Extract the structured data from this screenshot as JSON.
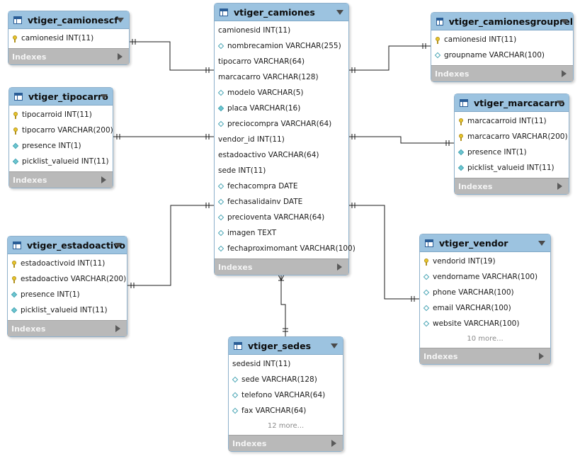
{
  "indexes_label": "Indexes",
  "tables": {
    "camiones": {
      "title": "vtiger_camiones",
      "columns": [
        {
          "text": "camionesid INT(11)",
          "icon": "none"
        },
        {
          "text": "nombrecamion VARCHAR(255)",
          "icon": "diamond"
        },
        {
          "text": "tipocarro VARCHAR(64)",
          "icon": "none"
        },
        {
          "text": "marcacarro VARCHAR(128)",
          "icon": "none"
        },
        {
          "text": "modelo VARCHAR(5)",
          "icon": "diamond"
        },
        {
          "text": "placa VARCHAR(16)",
          "icon": "diamond-filled"
        },
        {
          "text": "preciocompra VARCHAR(64)",
          "icon": "diamond"
        },
        {
          "text": "vendor_id INT(11)",
          "icon": "none"
        },
        {
          "text": "estadoactivo VARCHAR(64)",
          "icon": "none"
        },
        {
          "text": "sede INT(11)",
          "icon": "none"
        },
        {
          "text": "fechacompra DATE",
          "icon": "diamond"
        },
        {
          "text": "fechasalidainv DATE",
          "icon": "diamond"
        },
        {
          "text": "precioventa VARCHAR(64)",
          "icon": "diamond"
        },
        {
          "text": "imagen TEXT",
          "icon": "diamond"
        },
        {
          "text": "fechaproximomant VARCHAR(100)",
          "icon": "diamond"
        }
      ]
    },
    "camionescf": {
      "title": "vtiger_camionescf",
      "columns": [
        {
          "text": "camionesid INT(11)",
          "icon": "key"
        }
      ]
    },
    "camionesgrouprel": {
      "title": "vtiger_camionesgrouprel",
      "columns": [
        {
          "text": "camionesid INT(11)",
          "icon": "key"
        },
        {
          "text": "groupname VARCHAR(100)",
          "icon": "diamond"
        }
      ]
    },
    "tipocarro": {
      "title": "vtiger_tipocarro",
      "columns": [
        {
          "text": "tipocarroid INT(11)",
          "icon": "key"
        },
        {
          "text": "tipocarro VARCHAR(200)",
          "icon": "key"
        },
        {
          "text": "presence INT(1)",
          "icon": "diamond-filled"
        },
        {
          "text": "picklist_valueid INT(11)",
          "icon": "diamond-filled"
        }
      ]
    },
    "marcacarro": {
      "title": "vtiger_marcacarro",
      "columns": [
        {
          "text": "marcacarroid INT(11)",
          "icon": "key"
        },
        {
          "text": "marcacarro VARCHAR(200)",
          "icon": "key"
        },
        {
          "text": "presence INT(1)",
          "icon": "diamond-filled"
        },
        {
          "text": "picklist_valueid INT(11)",
          "icon": "diamond-filled"
        }
      ]
    },
    "estadoactivo": {
      "title": "vtiger_estadoactivo",
      "columns": [
        {
          "text": "estadoactivoid INT(11)",
          "icon": "key"
        },
        {
          "text": "estadoactivo VARCHAR(200)",
          "icon": "key"
        },
        {
          "text": "presence INT(1)",
          "icon": "diamond-filled"
        },
        {
          "text": "picklist_valueid INT(11)",
          "icon": "diamond-filled"
        }
      ]
    },
    "vendor": {
      "title": "vtiger_vendor",
      "columns": [
        {
          "text": "vendorid INT(19)",
          "icon": "key"
        },
        {
          "text": "vendorname VARCHAR(100)",
          "icon": "diamond"
        },
        {
          "text": "phone VARCHAR(100)",
          "icon": "diamond"
        },
        {
          "text": "email VARCHAR(100)",
          "icon": "diamond"
        },
        {
          "text": "website VARCHAR(100)",
          "icon": "diamond"
        }
      ],
      "more": "10 more..."
    },
    "sedes": {
      "title": "vtiger_sedes",
      "columns": [
        {
          "text": "sedesid INT(11)",
          "icon": "none"
        },
        {
          "text": "sede VARCHAR(128)",
          "icon": "diamond"
        },
        {
          "text": "telefono VARCHAR(64)",
          "icon": "diamond"
        },
        {
          "text": "fax VARCHAR(64)",
          "icon": "diamond"
        }
      ],
      "more": "12 more..."
    }
  }
}
